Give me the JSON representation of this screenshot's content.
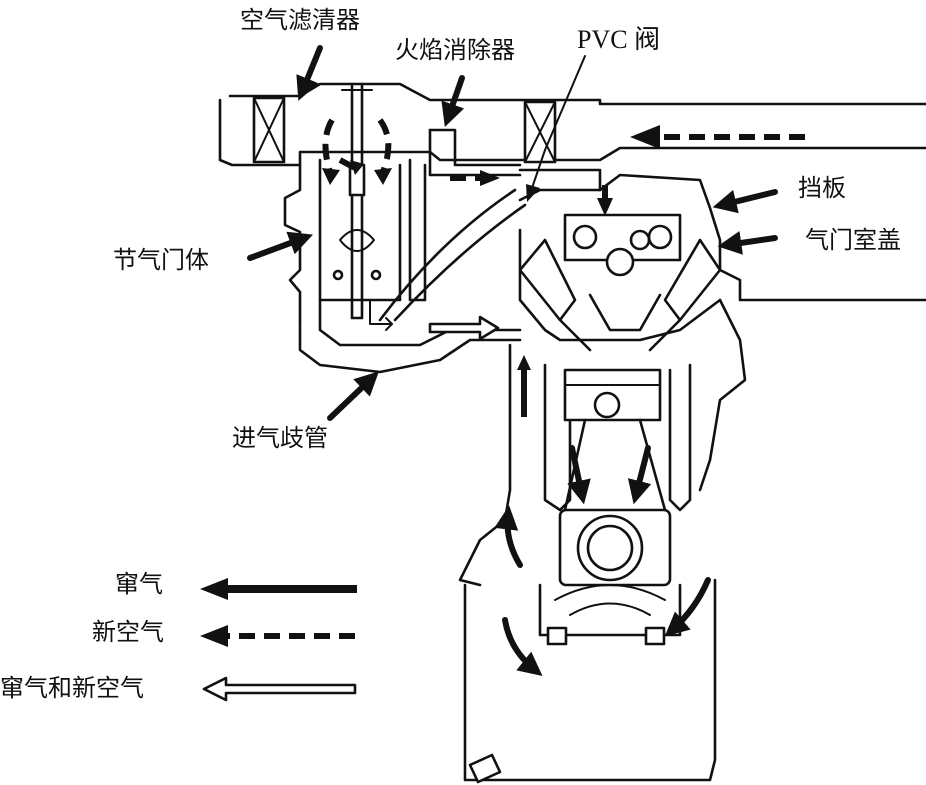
{
  "labels": {
    "air_cleaner": "空气滤清器",
    "flame_arrester": "火焰消除器",
    "pvc_valve": "PVC 阀",
    "baffle": "挡板",
    "cylinder_head_cover": "气门室盖",
    "throttle_body": "节气门体",
    "intake_manifold": "进气歧管"
  },
  "legend": {
    "blowby_gas": "窜气",
    "fresh_air": "新空气",
    "blowby_and_fresh_air": "窜气和新空气"
  },
  "colors": {
    "line": "#111111",
    "background": "#ffffff"
  }
}
